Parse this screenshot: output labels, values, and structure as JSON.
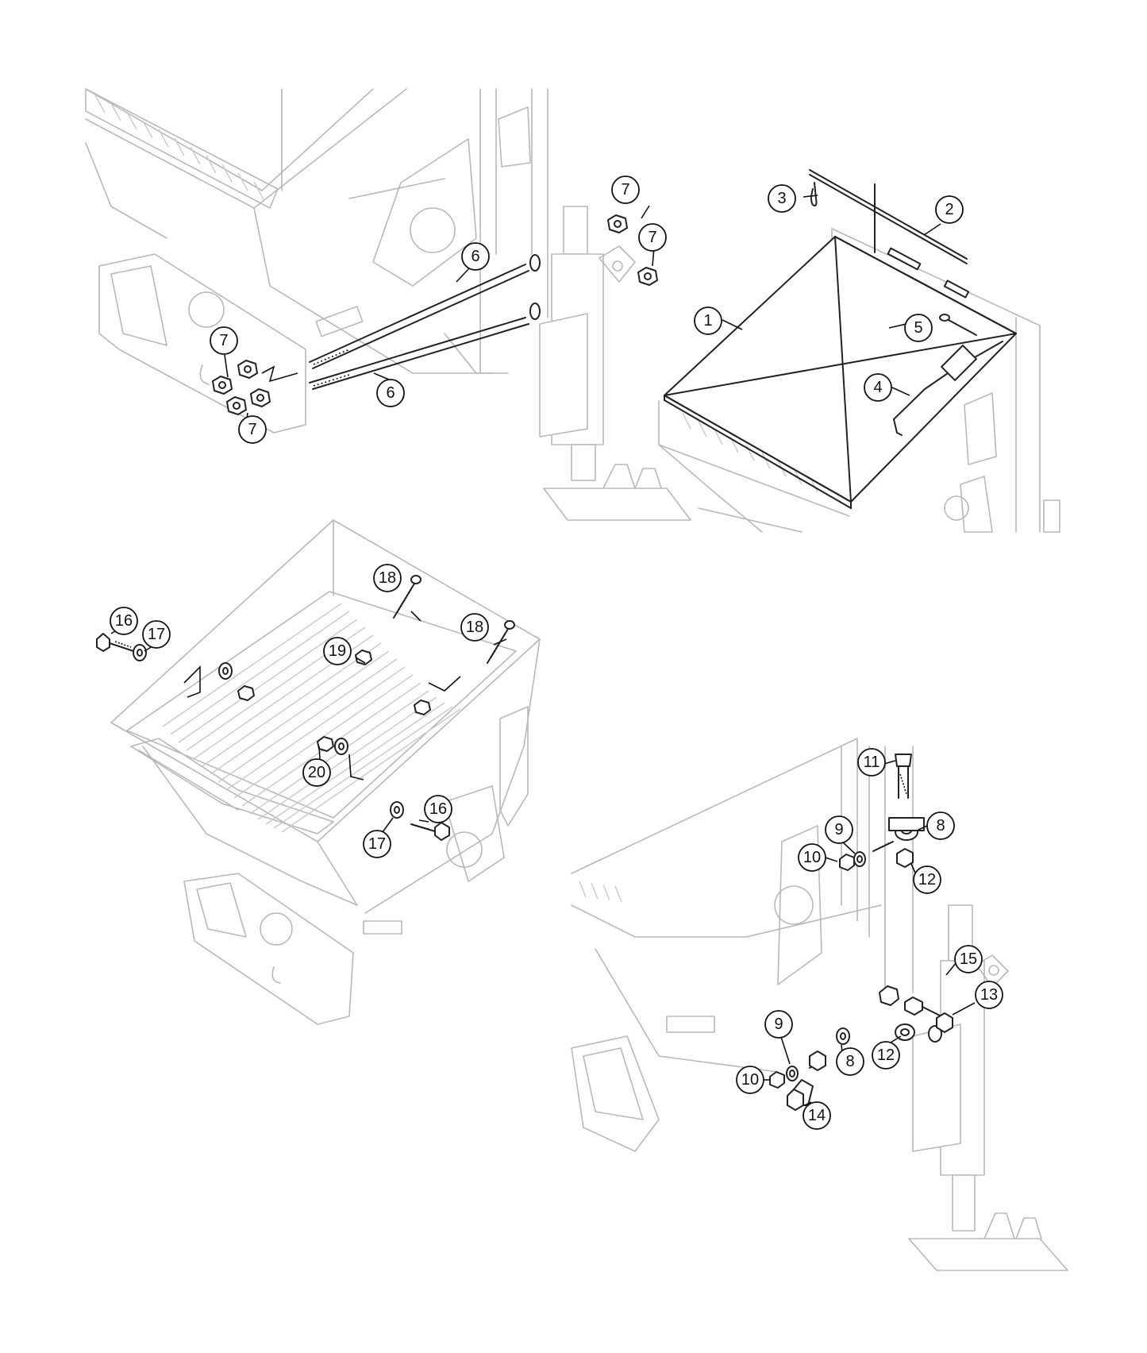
{
  "callouts": [
    {
      "id": "c1",
      "label": "1"
    },
    {
      "id": "c2",
      "label": "2"
    },
    {
      "id": "c3",
      "label": "3"
    },
    {
      "id": "c4",
      "label": "4"
    },
    {
      "id": "c5",
      "label": "5"
    },
    {
      "id": "c6a",
      "label": "6"
    },
    {
      "id": "c6b",
      "label": "6"
    },
    {
      "id": "c7a",
      "label": "7"
    },
    {
      "id": "c7b",
      "label": "7"
    },
    {
      "id": "c7c",
      "label": "7"
    },
    {
      "id": "c7d",
      "label": "7"
    },
    {
      "id": "c8a",
      "label": "8"
    },
    {
      "id": "c8b",
      "label": "8"
    },
    {
      "id": "c9a",
      "label": "9"
    },
    {
      "id": "c9b",
      "label": "9"
    },
    {
      "id": "c10a",
      "label": "10"
    },
    {
      "id": "c10b",
      "label": "10"
    },
    {
      "id": "c11",
      "label": "11"
    },
    {
      "id": "c12a",
      "label": "12"
    },
    {
      "id": "c12b",
      "label": "12"
    },
    {
      "id": "c13",
      "label": "13"
    },
    {
      "id": "c14",
      "label": "14"
    },
    {
      "id": "c15",
      "label": "15"
    },
    {
      "id": "c16a",
      "label": "16"
    },
    {
      "id": "c16b",
      "label": "16"
    },
    {
      "id": "c17a",
      "label": "17"
    },
    {
      "id": "c17b",
      "label": "17"
    },
    {
      "id": "c18a",
      "label": "18"
    },
    {
      "id": "c18b",
      "label": "18"
    },
    {
      "id": "c19",
      "label": "19"
    },
    {
      "id": "c20",
      "label": "20"
    }
  ]
}
